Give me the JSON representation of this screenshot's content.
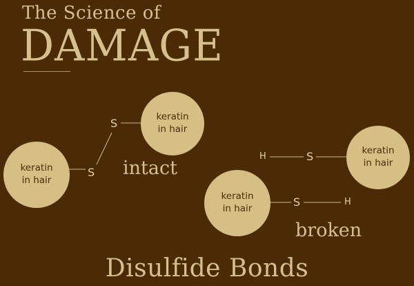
{
  "title": {
    "line1": "The Science of",
    "line2": "DAMAGE"
  },
  "intact": {
    "label": "intact",
    "circle_left": {
      "line1": "keratin",
      "line2": "in hair"
    },
    "circle_right": {
      "line1": "keratin",
      "line2": "in hair"
    },
    "atom_left": "S",
    "atom_right": "S"
  },
  "broken": {
    "label": "broken",
    "circle_top": {
      "line1": "keratin",
      "line2": "in hair"
    },
    "circle_bottom": {
      "line1": "keratin",
      "line2": "in hair"
    },
    "top_h": "H",
    "top_s": "S",
    "bottom_s": "S",
    "bottom_h": "H"
  },
  "footer": "Disulfide Bonds",
  "colors": {
    "background": "#4a2b06",
    "accent": "#d6bf84",
    "line": "#cdb98e"
  }
}
